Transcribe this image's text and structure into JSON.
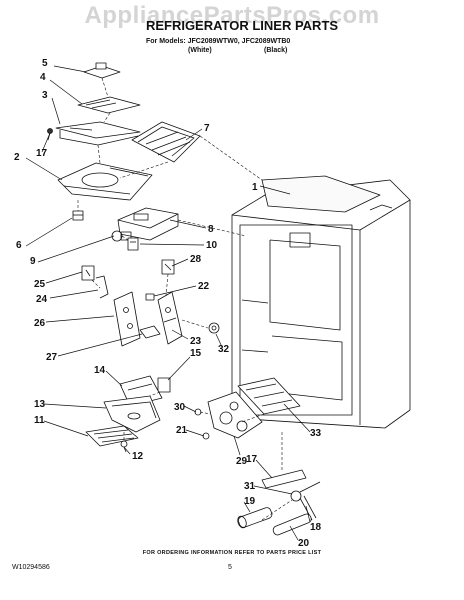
{
  "watermark": "AppliancePartsPros.com",
  "title": "REFRIGERATOR LINER PARTS",
  "models": {
    "line1": "For Models: JFC2089WTW0, JFC2089WTB0",
    "white": "(White)",
    "black": "(Black)"
  },
  "callouts": [
    "1",
    "2",
    "3",
    "4",
    "5",
    "6",
    "7",
    "8",
    "9",
    "10",
    "11",
    "12",
    "13",
    "14",
    "15",
    "17",
    "17",
    "18",
    "19",
    "20",
    "21",
    "22",
    "23",
    "24",
    "25",
    "26",
    "27",
    "28",
    "29",
    "30",
    "31",
    "32",
    "33"
  ],
  "footer_note": "FOR ORDERING INFORMATION REFER TO PARTS PRICE LIST",
  "doc_number": "W10294586",
  "page_number": "5",
  "colors": {
    "ink": "#111111",
    "watermark": "#d4d4d4",
    "paper": "#ffffff"
  }
}
